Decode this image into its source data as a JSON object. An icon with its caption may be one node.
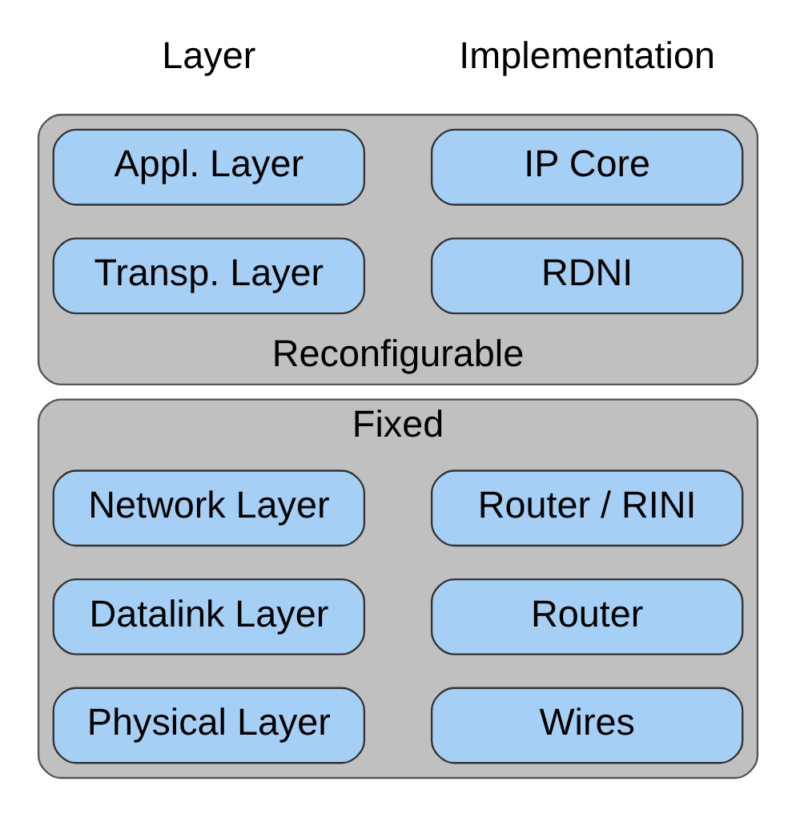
{
  "diagram": {
    "nodes": [
      {
        "text": [
          "Reconfigurable"
        ]
      },
      {
        "text": [
          "Appl. Layer"
        ],
        "in": 0
      },
      {
        "text": [
          "IP Core"
        ],
        "in": 0
      },
      {
        "text": [
          "Transp. Layer"
        ],
        "in": 0
      },
      {
        "text": [
          "RDNI"
        ],
        "in": 0
      },
      {
        "text": [
          "Fixed"
        ]
      },
      {
        "text": [
          "Network Layer"
        ],
        "in": 5
      },
      {
        "text": [
          "Router / RINI"
        ],
        "in": 5
      },
      {
        "text": [
          "Datalink Layer"
        ],
        "in": 5
      },
      {
        "text": [
          "Router"
        ],
        "in": 5
      },
      {
        "text": [
          "Physical Layer"
        ],
        "in": 5
      },
      {
        "text": [
          "Wires"
        ],
        "in": 5
      }
    ],
    "labels": [
      "Layer",
      "Implementation"
    ]
  }
}
